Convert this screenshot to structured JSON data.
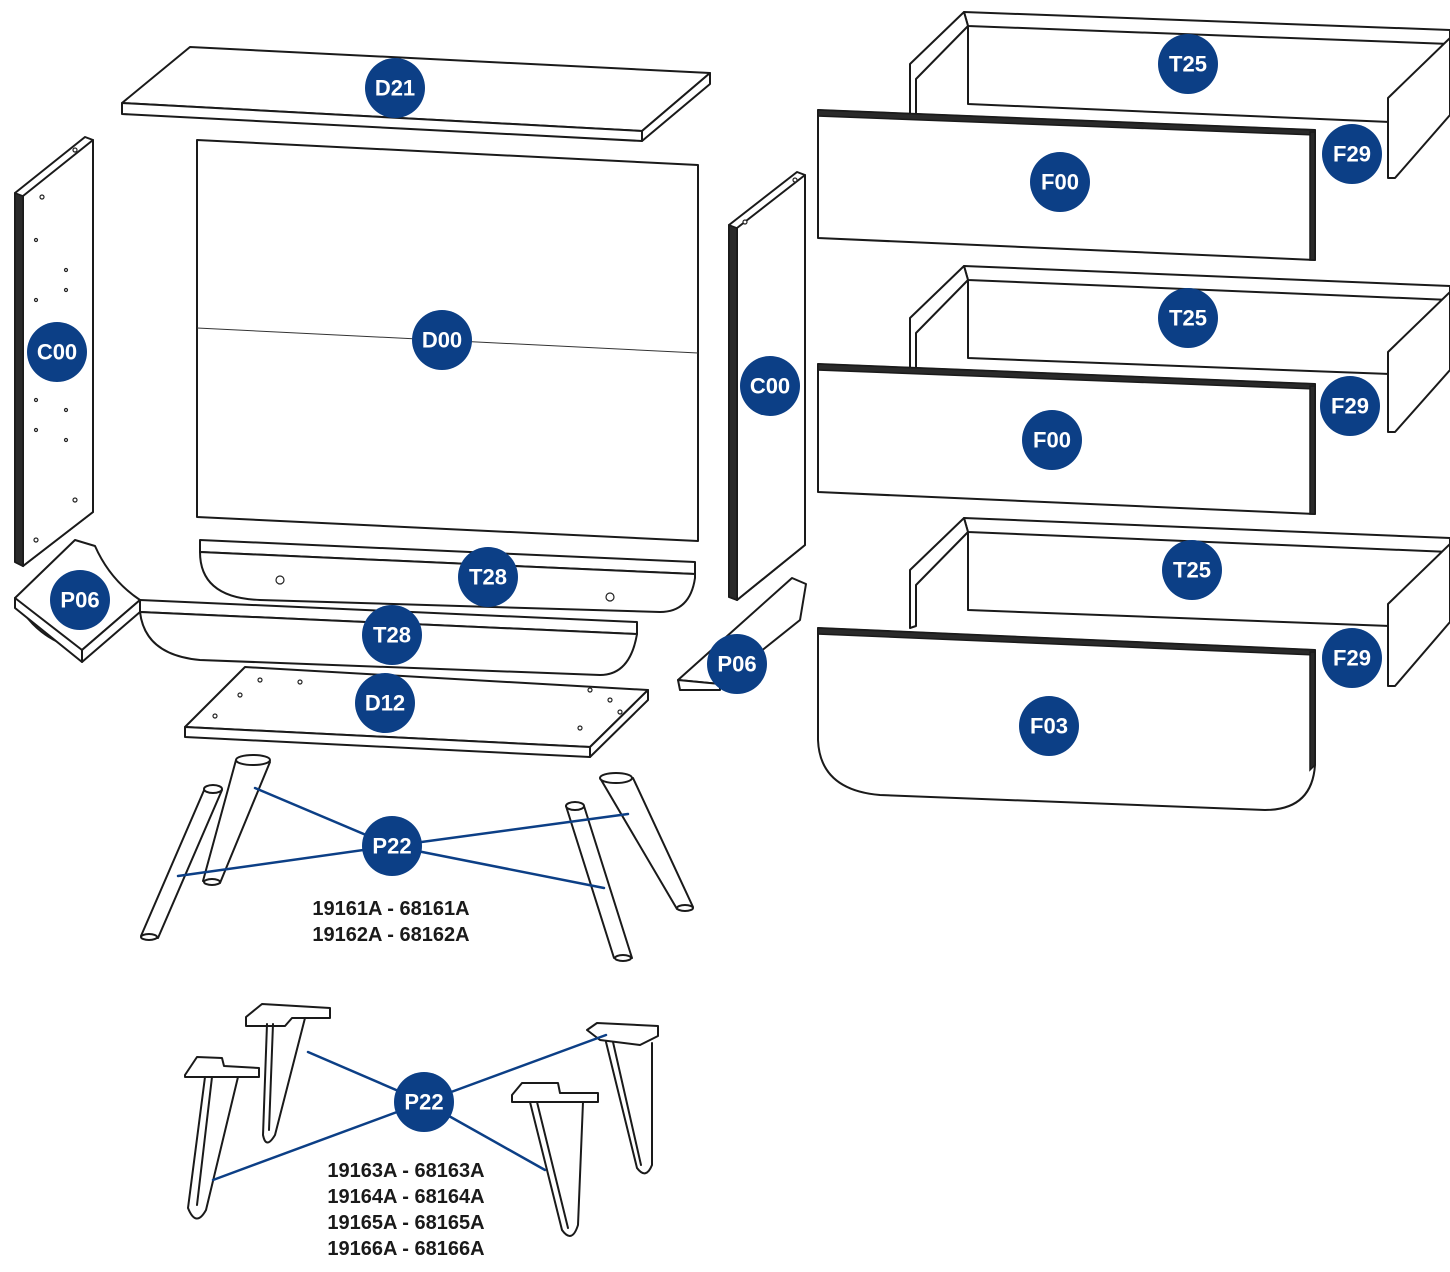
{
  "badge_color": "#0c3f86",
  "labels": {
    "top_panel": "D21",
    "back_panel": "D00",
    "left_side": "C00",
    "right_side": "C00",
    "front_rail": "T28",
    "back_rail": "T28",
    "left_foot_rail": "P06",
    "right_foot_rail": "P06",
    "bottom_panel": "D12",
    "wood_legs": "P22",
    "metal_legs": "P22",
    "drawer1_back": "T25",
    "drawer1_side": "F29",
    "drawer1_front": "F00",
    "drawer2_back": "T25",
    "drawer2_side": "F29",
    "drawer2_front": "F00",
    "drawer3_back": "T25",
    "drawer3_side": "F29",
    "drawer3_front": "F03"
  },
  "wood_leg_codes": [
    "19161A - 68161A",
    "19162A - 68162A"
  ],
  "metal_leg_codes": [
    "19163A - 68163A",
    "19164A - 68164A",
    "19165A - 68165A",
    "19166A - 68166A"
  ]
}
